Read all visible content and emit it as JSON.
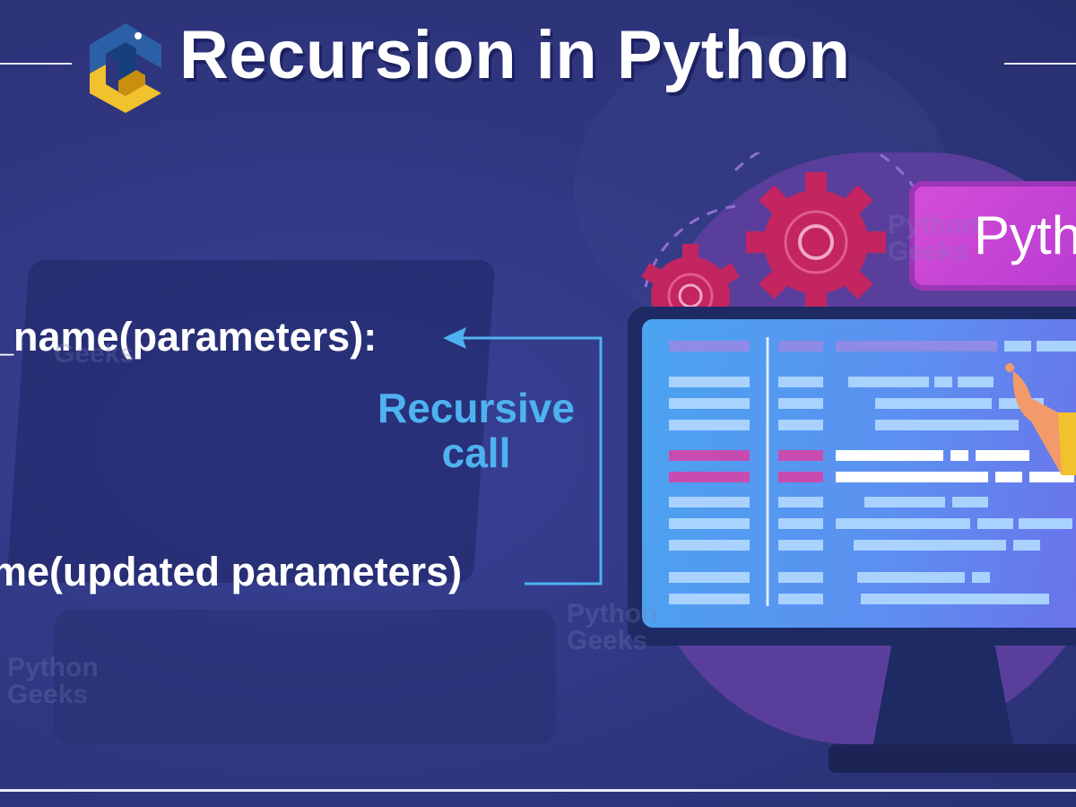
{
  "banner": {
    "title": "Recursion in Python",
    "code_line_1": "_name(parameters):",
    "code_line_2": "me(updated parameters)",
    "recursive_label_line1": "Recursive",
    "recursive_label_line2": "call",
    "screen_tag": "Pyth",
    "watermark_line1": "Python",
    "watermark_line2": "Geeks"
  },
  "colors": {
    "background": "#2f367f",
    "title_text": "#ffffff",
    "recursive_label": "#4fb2f0",
    "arrow": "#4fb2f0",
    "gear": "#c2255f",
    "python_tag": "#d64ed8",
    "screen": "#4aa4f0",
    "logo_blue": "#2b5fa6",
    "logo_yellow": "#f2c12e"
  },
  "icons": {
    "logo": "python-geeks-logo-icon",
    "gear": "gear-icon",
    "hand": "pointing-hand-icon"
  }
}
